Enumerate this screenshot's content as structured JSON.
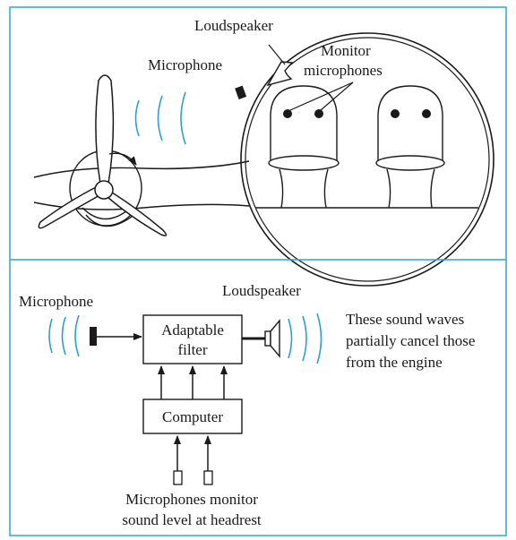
{
  "top_figure": {
    "loudspeaker_label": "Loudspeaker",
    "microphone_label": "Microphone",
    "monitor_label_line1": "Monitor",
    "monitor_label_line2": "microphones"
  },
  "bottom_figure": {
    "microphone_label": "Microphone",
    "loudspeaker_label": "Loudspeaker",
    "filter_line1": "Adaptable",
    "filter_line2": "filter",
    "computer_label": "Computer",
    "note_line1": "These sound waves",
    "note_line2": "partially cancel those",
    "note_line3": "from the engine",
    "caption_line1": "Microphones monitor",
    "caption_line2": "sound level at headrest"
  },
  "colors": {
    "frame": "#2fa6d6",
    "sound_wave": "#2b9fd1",
    "ink": "#1a1a1a",
    "background": "#ffffff"
  }
}
